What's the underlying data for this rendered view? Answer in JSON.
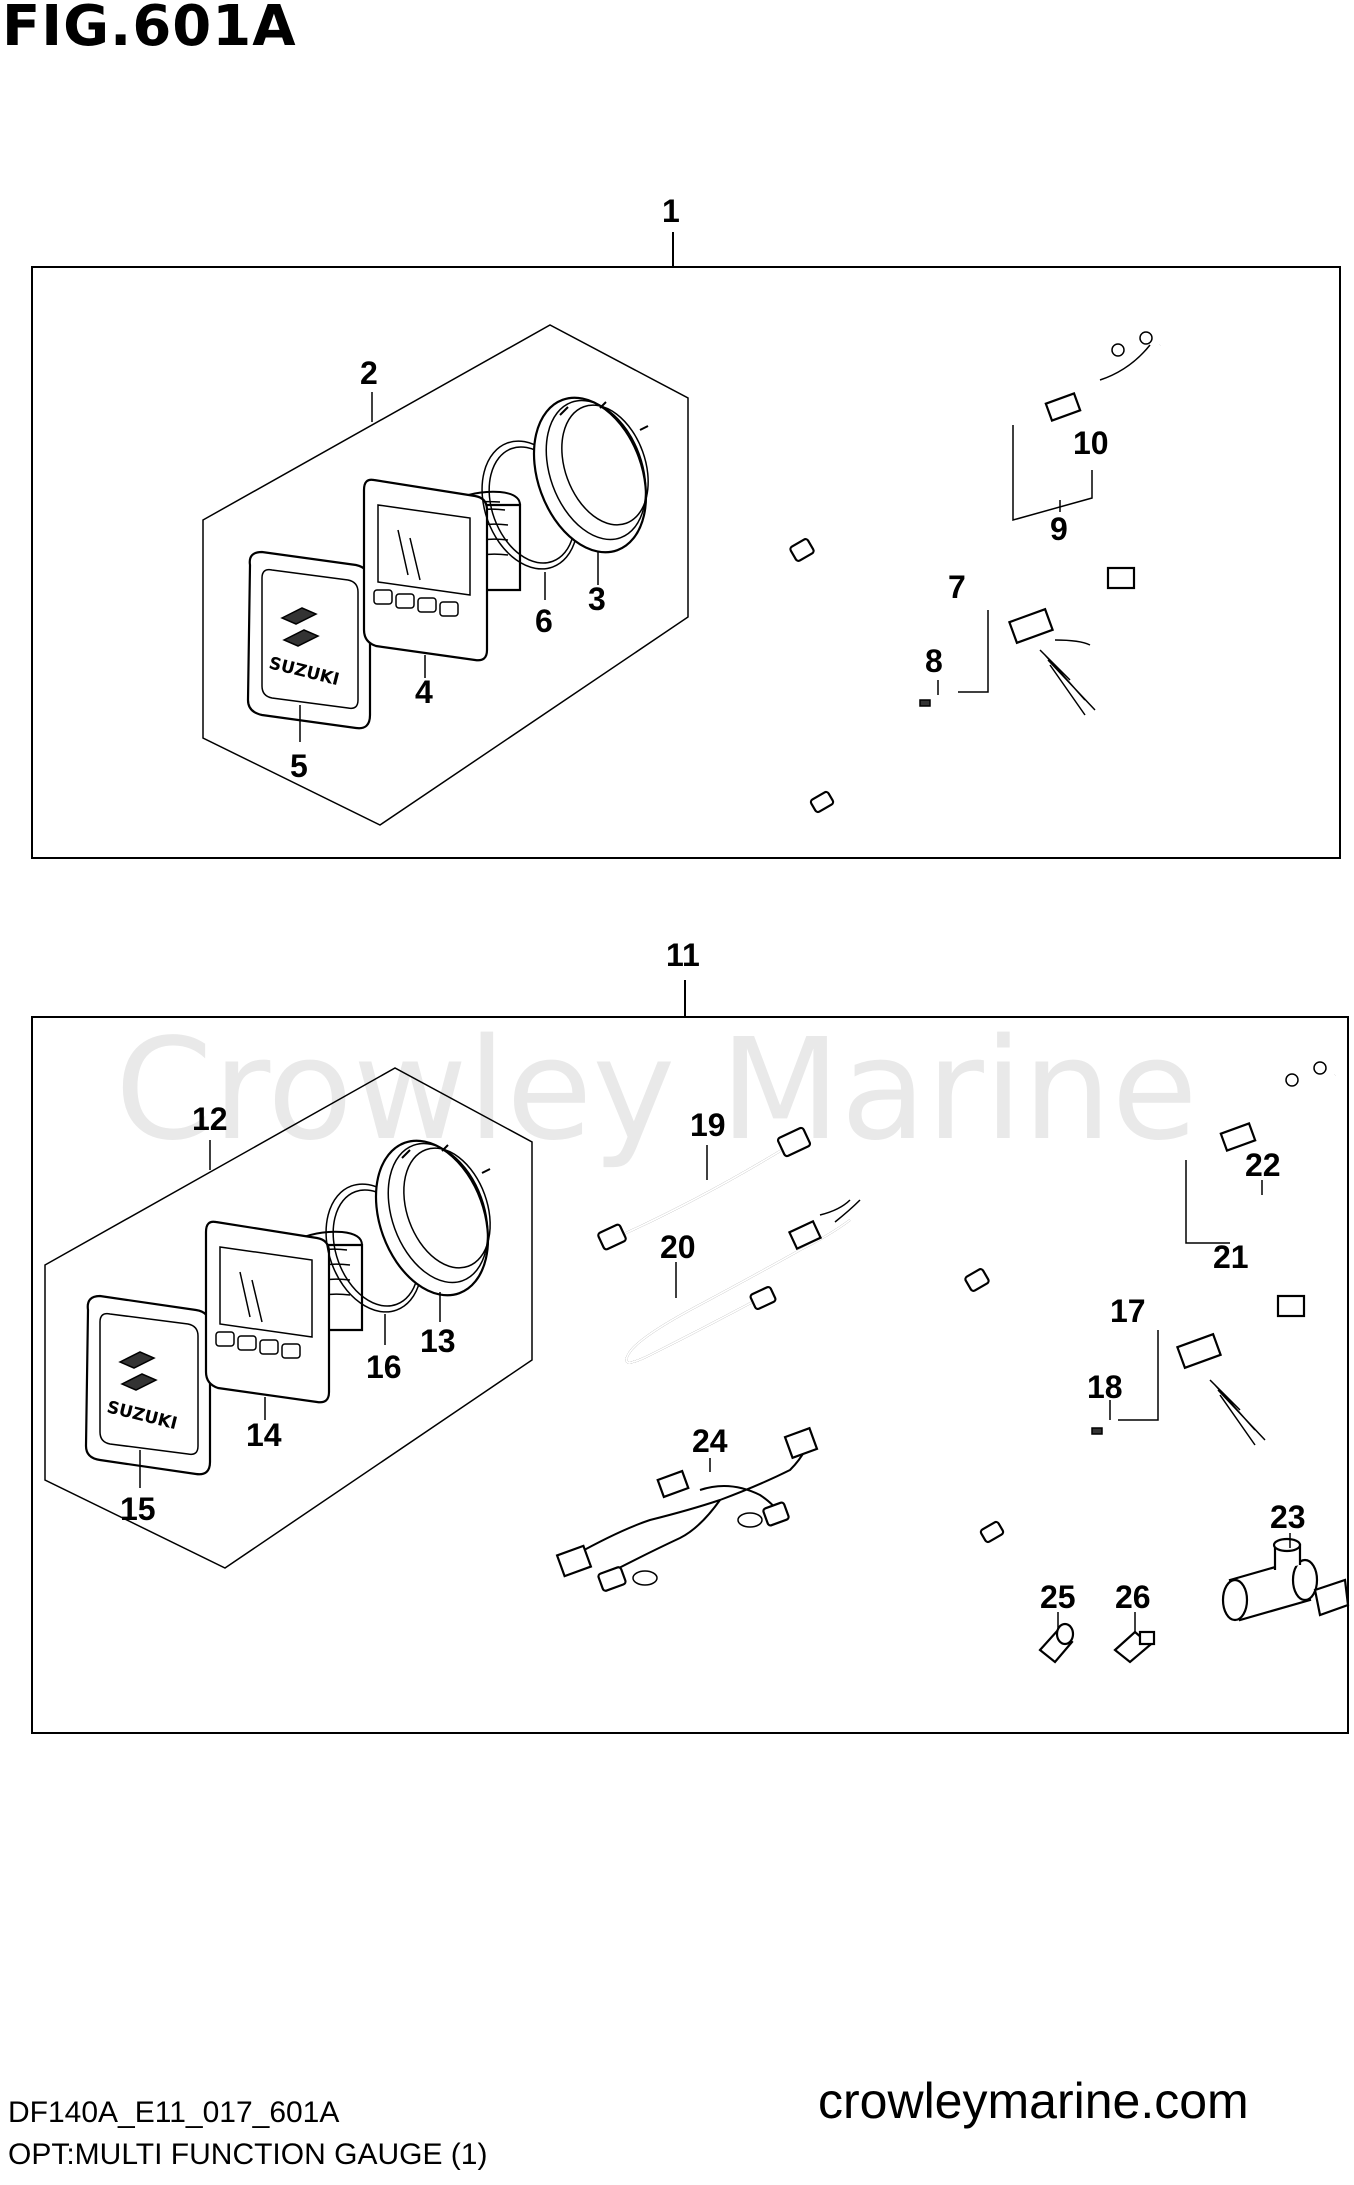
{
  "figure": {
    "title": "FIG.601A",
    "watermark": "Crowley Marine",
    "footer_code": "DF140A_E11_017_601A",
    "footer_caption": "OPT:MULTI FUNCTION GAUGE (1)",
    "footer_site": "crowleymarine.com",
    "logo_text": "SUZUKI"
  },
  "callouts": {
    "c1": "1",
    "c2": "2",
    "c3": "3",
    "c4": "4",
    "c5": "5",
    "c6": "6",
    "c7": "7",
    "c8": "8",
    "c9": "9",
    "c10": "10",
    "c11": "11",
    "c12": "12",
    "c13": "13",
    "c14": "14",
    "c15": "15",
    "c16": "16",
    "c17": "17",
    "c18": "18",
    "c19": "19",
    "c20": "20",
    "c21": "21",
    "c22": "22",
    "c23": "23",
    "c24": "24",
    "c25": "25",
    "c26": "26"
  }
}
